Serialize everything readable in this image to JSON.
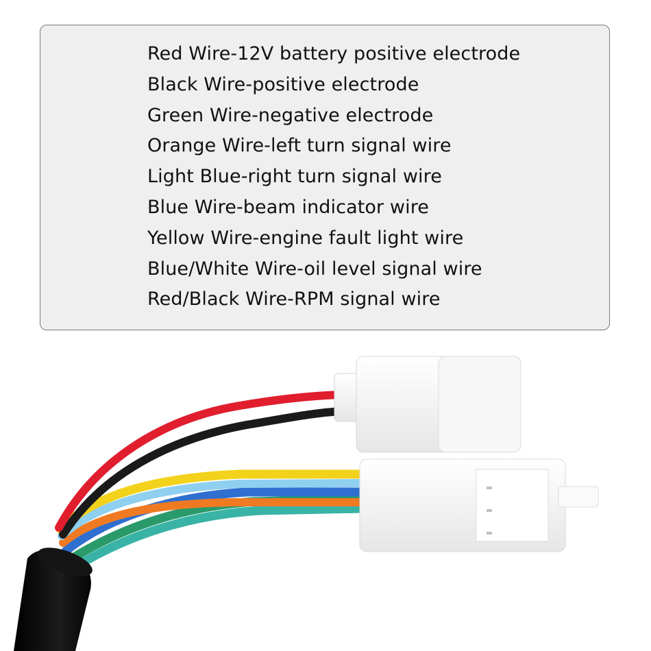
{
  "legend": {
    "lines": [
      "Red Wire-12V battery positive electrode",
      "Black Wire-positive electrode",
      "Green Wire-negative electrode",
      "Orange Wire-left turn signal wire",
      "Light Blue-right turn signal wire",
      "Blue Wire-beam indicator wire",
      "Yellow Wire-engine fault light wire",
      "Blue/White Wire-oil level signal wire",
      "Red/Black Wire-RPM signal wire"
    ]
  },
  "wire_colors": {
    "red": "#e01e2e",
    "black": "#1a1a1a",
    "yellow": "#f2d21b",
    "light_blue": "#8fd0f0",
    "orange": "#f07a22",
    "blue": "#2f6fd0",
    "green": "#2a9a6a",
    "teal": "#39b3a6",
    "connector": "#f4f4f4",
    "sheath": "#0c0c0c"
  }
}
